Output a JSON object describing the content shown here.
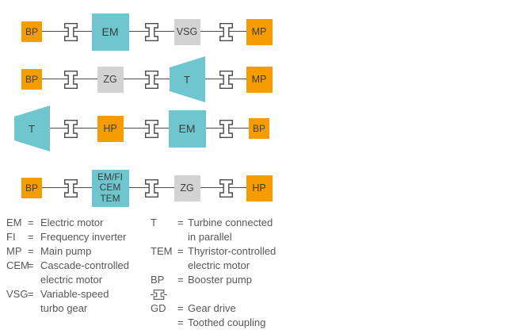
{
  "colors": {
    "orange": "#F59C00",
    "teal": "#70C6CF",
    "gray_box": "#D3D3D3",
    "line": "#4B4B4B",
    "box_text": "#3C3C3B",
    "legend_text": "#575756"
  },
  "equals_sign": "=",
  "diagram": {
    "rows": [
      {
        "elements": [
          {
            "type": "box",
            "name": "bp-box",
            "color": "orange",
            "size": "sm",
            "label": "BP"
          },
          {
            "type": "coupling",
            "name": "coupling-icon"
          },
          {
            "type": "box",
            "name": "em-box",
            "color": "teal",
            "size": "lg",
            "label": "EM"
          },
          {
            "type": "coupling",
            "name": "coupling-icon"
          },
          {
            "type": "box",
            "name": "vsg-box",
            "color": "gray",
            "size": "md",
            "label": "VSG"
          },
          {
            "type": "coupling",
            "name": "coupling-icon"
          },
          {
            "type": "box",
            "name": "mp-box",
            "color": "orange",
            "size": "md",
            "label": "MP"
          }
        ]
      },
      {
        "elements": [
          {
            "type": "box",
            "name": "bp-box",
            "color": "orange",
            "size": "sm",
            "label": "BP"
          },
          {
            "type": "coupling",
            "name": "coupling-icon"
          },
          {
            "type": "box",
            "name": "zg-box",
            "color": "gray",
            "size": "md",
            "label": "ZG"
          },
          {
            "type": "coupling",
            "name": "coupling-icon"
          },
          {
            "type": "trapezoid",
            "name": "turbine-trapezoid",
            "label": "T"
          },
          {
            "type": "coupling",
            "name": "coupling-icon"
          },
          {
            "type": "box",
            "name": "mp-box",
            "color": "orange",
            "size": "md",
            "label": "MP"
          }
        ]
      },
      {
        "elements": [
          {
            "type": "trapezoid",
            "name": "turbine-trapezoid",
            "label": "T"
          },
          {
            "type": "coupling",
            "name": "coupling-icon"
          },
          {
            "type": "box",
            "name": "hp-box",
            "color": "orange",
            "size": "md",
            "label": "HP"
          },
          {
            "type": "coupling",
            "name": "coupling-icon"
          },
          {
            "type": "box",
            "name": "em-box",
            "color": "teal",
            "size": "lg",
            "label": "EM"
          },
          {
            "type": "coupling",
            "name": "coupling-icon"
          },
          {
            "type": "box",
            "name": "bp-box",
            "color": "orange",
            "size": "sm",
            "label": "BP"
          }
        ]
      },
      {
        "elements": [
          {
            "type": "box",
            "name": "bp-box",
            "color": "orange",
            "size": "sm",
            "label": "BP"
          },
          {
            "type": "coupling",
            "name": "coupling-icon"
          },
          {
            "type": "box",
            "name": "em-fi-cem-tem-box",
            "color": "teal",
            "size": "lg",
            "label_lines": [
              "EM/FI",
              "CEM",
              "TEM"
            ]
          },
          {
            "type": "coupling",
            "name": "coupling-icon"
          },
          {
            "type": "box",
            "name": "zg-box",
            "color": "gray",
            "size": "md",
            "label": "ZG"
          },
          {
            "type": "coupling",
            "name": "coupling-icon"
          },
          {
            "type": "box",
            "name": "hp-box",
            "color": "orange",
            "size": "md",
            "label": "HP"
          }
        ]
      }
    ]
  },
  "legend": {
    "left": [
      {
        "abbr": "EM",
        "lines": [
          "Electric motor"
        ]
      },
      {
        "abbr": "FI",
        "lines": [
          "Frequency inverter"
        ]
      },
      {
        "abbr": "MP",
        "lines": [
          "Main pump"
        ]
      },
      {
        "abbr": "CEM",
        "lines": [
          "Cascade-controlled",
          "electric motor"
        ]
      },
      {
        "abbr": "VSG",
        "lines": [
          "Variable-speed",
          "turbo gear"
        ]
      }
    ],
    "right": [
      {
        "abbr": "T",
        "lines": [
          "Turbine connected",
          "in parallel"
        ]
      },
      {
        "abbr": "TEM",
        "lines": [
          "Thyristor-controlled",
          "electric motor"
        ]
      },
      {
        "abbr": "BP",
        "lines": [
          "Booster pump"
        ]
      },
      {
        "type": "icon",
        "name": "coupling-icon"
      },
      {
        "abbr": "GD",
        "lines": [
          "Gear drive"
        ]
      },
      {
        "abbr": "",
        "lines": [
          "Toothed coupling"
        ]
      }
    ]
  }
}
